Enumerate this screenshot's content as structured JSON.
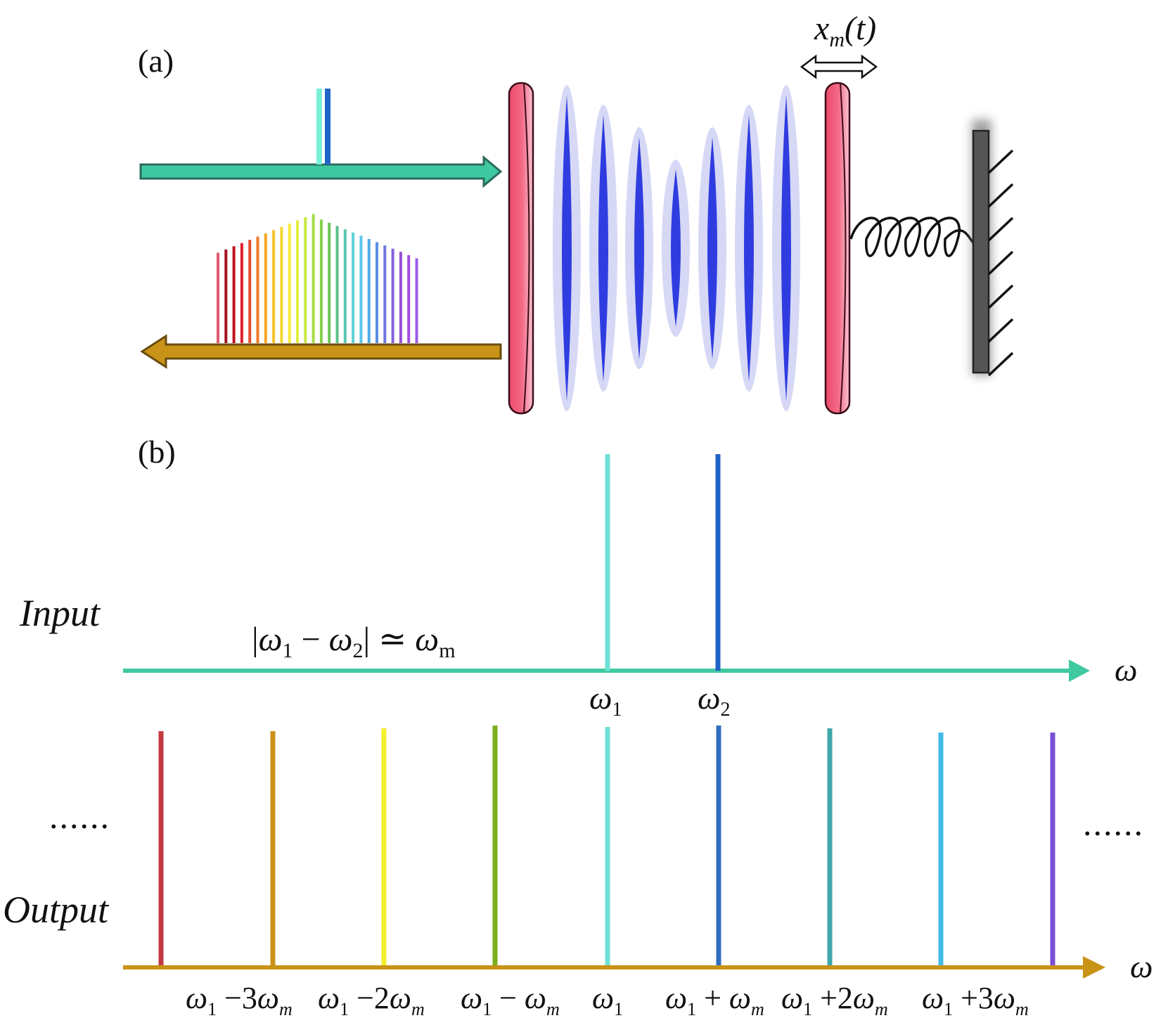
{
  "panel_a": {
    "label": "(a)",
    "displacement": {
      "main": "x",
      "sub": "m",
      "arg": "(t)"
    }
  },
  "panel_b": {
    "label": "(b)",
    "input": {
      "title": "Input",
      "condition": {
        "bar": "|",
        "w": "ω",
        "s1": "1",
        "minus": " − ",
        "s2": "2",
        "approx": " ≃ ",
        "sm": "m"
      },
      "axis_symbol": "ω",
      "ticks": [
        {
          "sym": "ω",
          "sub": "1"
        },
        {
          "sym": "ω",
          "sub": "2"
        }
      ]
    },
    "output": {
      "title": "Output",
      "axis_symbol": "ω",
      "ellipsis_left": "......",
      "ellipsis_right": "......",
      "ticks": [
        {
          "sym": "ω",
          "sub": "1",
          "op": " −3",
          "sym2": "ω",
          "sub2": "m",
          "color": "#c2393f"
        },
        {
          "sym": "ω",
          "sub": "1",
          "op": " −2",
          "sym2": "ω",
          "sub2": "m",
          "color": "#c99317"
        },
        {
          "sym": "ω",
          "sub": "1",
          "op": " − ",
          "sym2": "ω",
          "sub2": "m",
          "color": "#f5ee2a"
        },
        {
          "sym": "ω",
          "sub": "1",
          "op": "",
          "sym2": "",
          "sub2": "",
          "color": "#7cae1e"
        },
        {
          "sym": "ω",
          "sub": "1",
          "op": " + ",
          "sym2": "ω",
          "sub2": "m",
          "color": "#6ee0d4"
        },
        {
          "sym": "ω",
          "sub": "1",
          "op": " +2",
          "sym2": "ω",
          "sub2": "m",
          "color": "#2f6fc2"
        },
        {
          "sym": "ω",
          "sub": "1",
          "op": " +3",
          "sym2": "ω",
          "sub2": "m",
          "color": "#3fa6aa"
        }
      ]
    }
  },
  "colors": {
    "input_axis": "#3fc9a0",
    "output_axis": "#c9961b",
    "mirror": "#f15c7c",
    "field": "#2f3de0",
    "wall": "#555555"
  }
}
